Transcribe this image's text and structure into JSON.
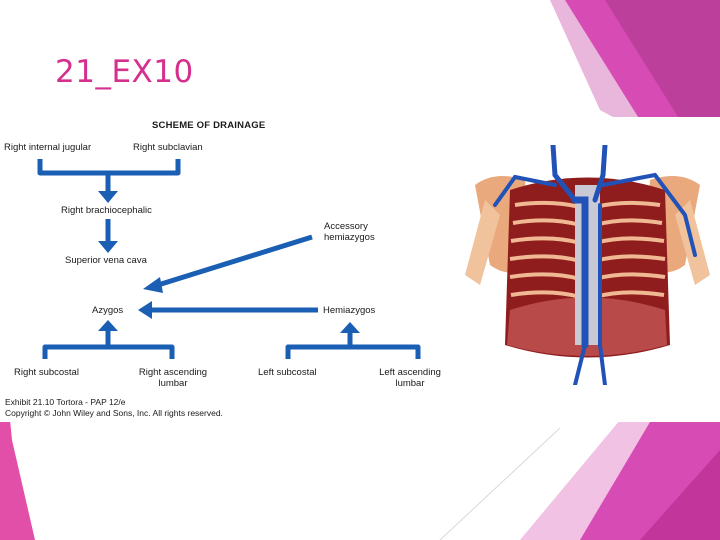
{
  "slide": {
    "title": "21_EX10",
    "accent_color": "#d6308f"
  },
  "diagram": {
    "heading": "SCHEME OF DRAINAGE",
    "arrow_color": "#1a5fb4",
    "nodes": {
      "right_internal_jugular": "Right internal jugular",
      "right_subclavian": "Right subclavian",
      "right_brachiocephalic": "Right brachiocephalic",
      "superior_vena_cava": "Superior vena cava",
      "accessory_hemiazygos_line1": "Accessory",
      "accessory_hemiazygos_line2": "hemiazygos",
      "azygos": "Azygos",
      "hemiazygos": "Hemiazygos",
      "right_subcostal": "Right subcostal",
      "right_ascending_lumbar_line1": "Right ascending",
      "right_ascending_lumbar_line2": "lumbar",
      "left_subcostal": "Left subcostal",
      "left_ascending_lumbar_line1": "Left ascending",
      "left_ascending_lumbar_line2": "lumbar"
    },
    "caption_line1": "Exhibit 21.10  Tortora - PAP 12/e",
    "caption_line2": "Copyright © John Wiley and Sons, Inc. All rights reserved."
  },
  "illustration": {
    "name": "thoracic-veins-illustration"
  }
}
